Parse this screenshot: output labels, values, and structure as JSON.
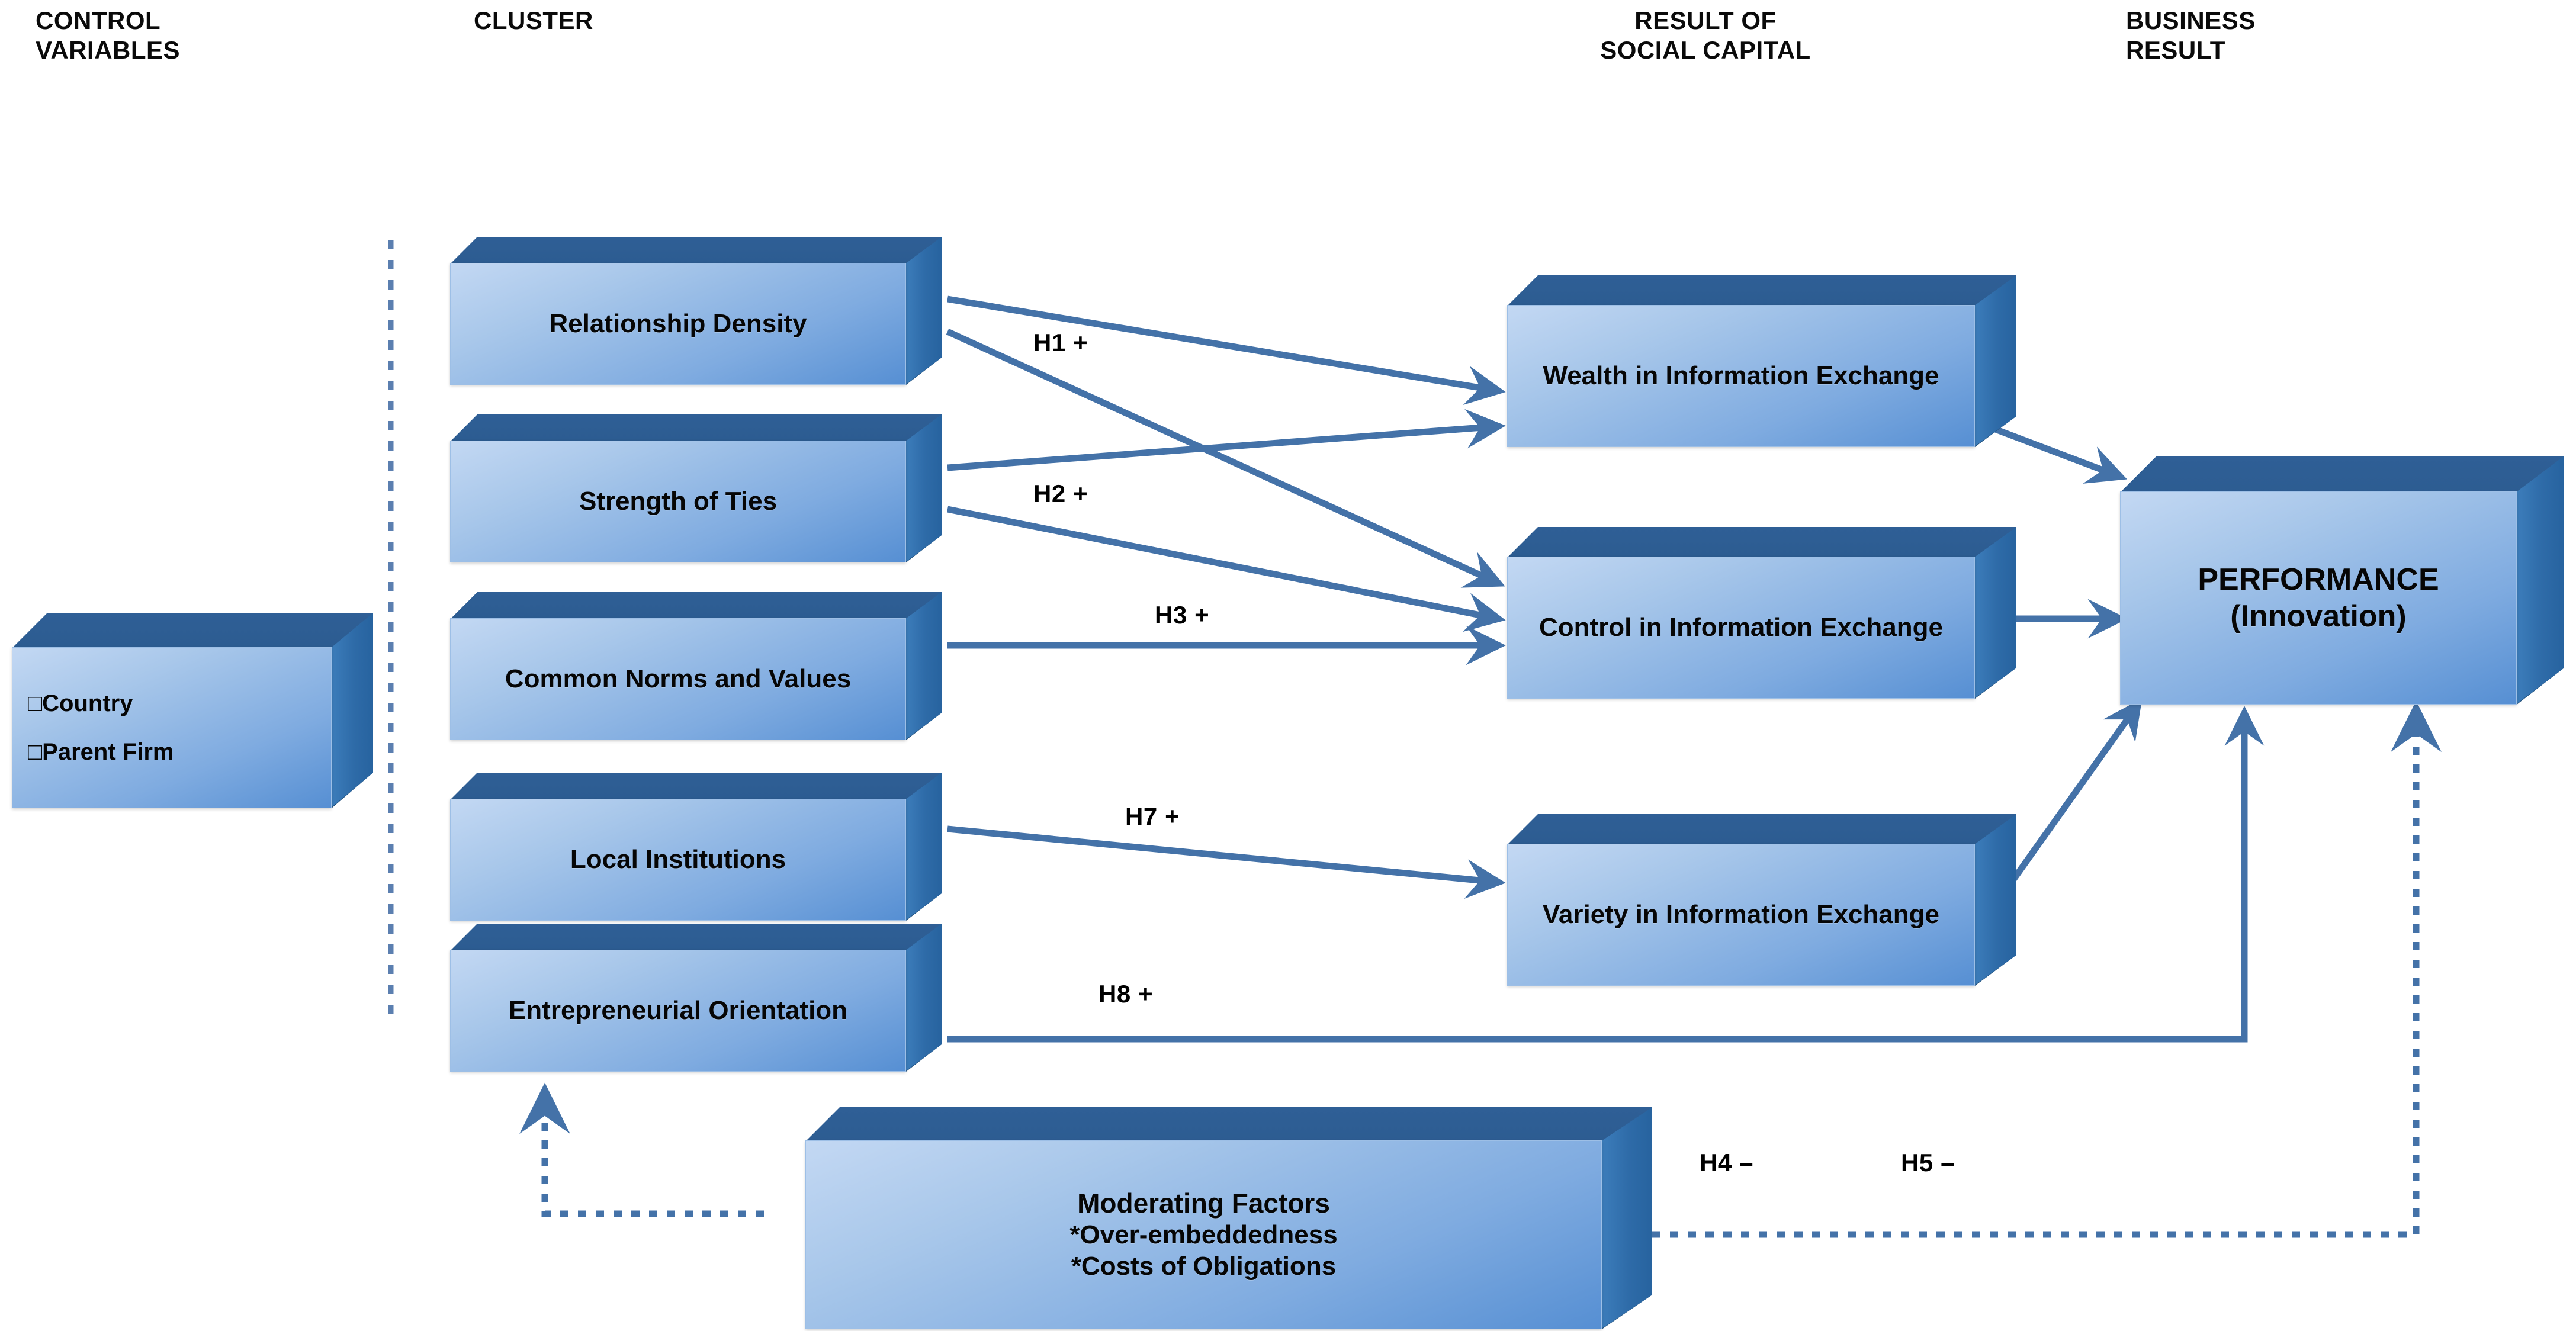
{
  "diagram": {
    "title": "Social Capital and Cluster Performance Research Model",
    "accent_color": "#4472a8",
    "box_fill_light": "#c3d8f3",
    "box_fill_dark": "#568fd3",
    "box_top_color": "#1f4e79",
    "background": "#ffffff"
  },
  "headers": [
    {
      "id": "control-variables",
      "text": "CONTROL\nVARIABLES"
    },
    {
      "id": "cluster",
      "text": "CLUSTER"
    },
    {
      "id": "result-of-social-capital",
      "text": "RESULT OF\nSOCIAL CAPITAL"
    },
    {
      "id": "business-result",
      "text": "BUSINESS\nRESULT"
    }
  ],
  "control_variables": {
    "bullet": "□",
    "items": [
      {
        "label": "Country"
      },
      {
        "label": "Parent Firm"
      }
    ]
  },
  "cluster_boxes": [
    {
      "id": "relationship-density",
      "label": "Relationship Density"
    },
    {
      "id": "strength-of-ties",
      "label": "Strength of Ties"
    },
    {
      "id": "common-norms-and-values",
      "label": "Common Norms and Values"
    },
    {
      "id": "local-institutions",
      "label": "Local Institutions"
    },
    {
      "id": "entrepreneurial-orientation",
      "label": "Entrepreneurial Orientation"
    }
  ],
  "result_boxes": [
    {
      "id": "wealth-in-information-exchange",
      "label": "Wealth in Information Exchange"
    },
    {
      "id": "control-in-information-exchange",
      "label": "Control in Information Exchange"
    },
    {
      "id": "variety-in-information-exchange",
      "label": "Variety in Information Exchange"
    }
  ],
  "business_result_box": {
    "id": "performance",
    "label": "PERFORMANCE\n(Innovation)"
  },
  "moderating_factors": {
    "id": "moderating-factors",
    "title": "Moderating Factors",
    "items": [
      "*Over-embeddedness",
      "*Costs of Obligations"
    ]
  },
  "hypotheses": [
    {
      "id": "h1",
      "label": "H1 +",
      "from": "relationship-density",
      "to": "wealth-in-information-exchange",
      "sign": "+"
    },
    {
      "id": "h2",
      "label": "H2 +",
      "from": "strength-of-ties",
      "to": "wealth-in-information-exchange",
      "sign": "+"
    },
    {
      "id": "h3",
      "label": "H3 +",
      "from": "common-norms-and-values",
      "to": "control-in-information-exchange",
      "sign": "+"
    },
    {
      "id": "h7",
      "label": "H7 +",
      "from": "local-institutions",
      "to": "variety-in-information-exchange",
      "sign": "+"
    },
    {
      "id": "h8",
      "label": "H8 +",
      "from": "entrepreneurial-orientation",
      "to": "performance",
      "sign": "+"
    },
    {
      "id": "h4",
      "label": "H4 –",
      "from": "moderating-factors",
      "to": "performance",
      "sign": "–"
    },
    {
      "id": "h5",
      "label": "H5 –",
      "from": "moderating-factors",
      "to": "performance",
      "sign": "–"
    }
  ]
}
